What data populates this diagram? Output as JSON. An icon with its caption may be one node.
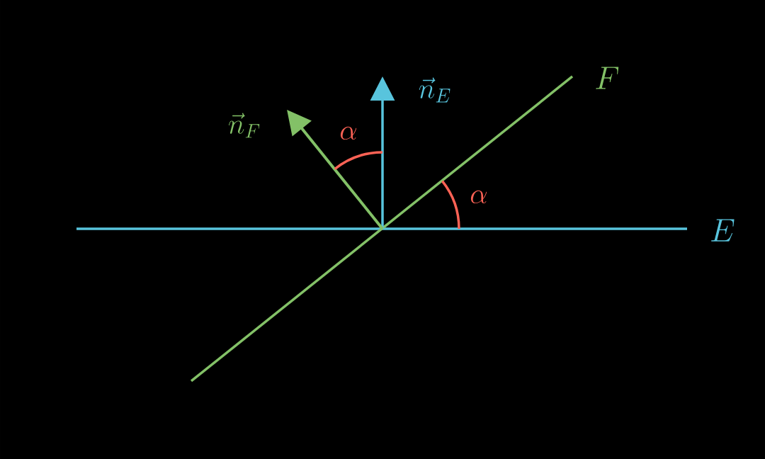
{
  "diagram": {
    "labels": [
      "F",
      "\\vec{n}_E",
      "\\vec{n}_F",
      "\\alpha",
      "\\alpha",
      "E"
    ]
  }
}
